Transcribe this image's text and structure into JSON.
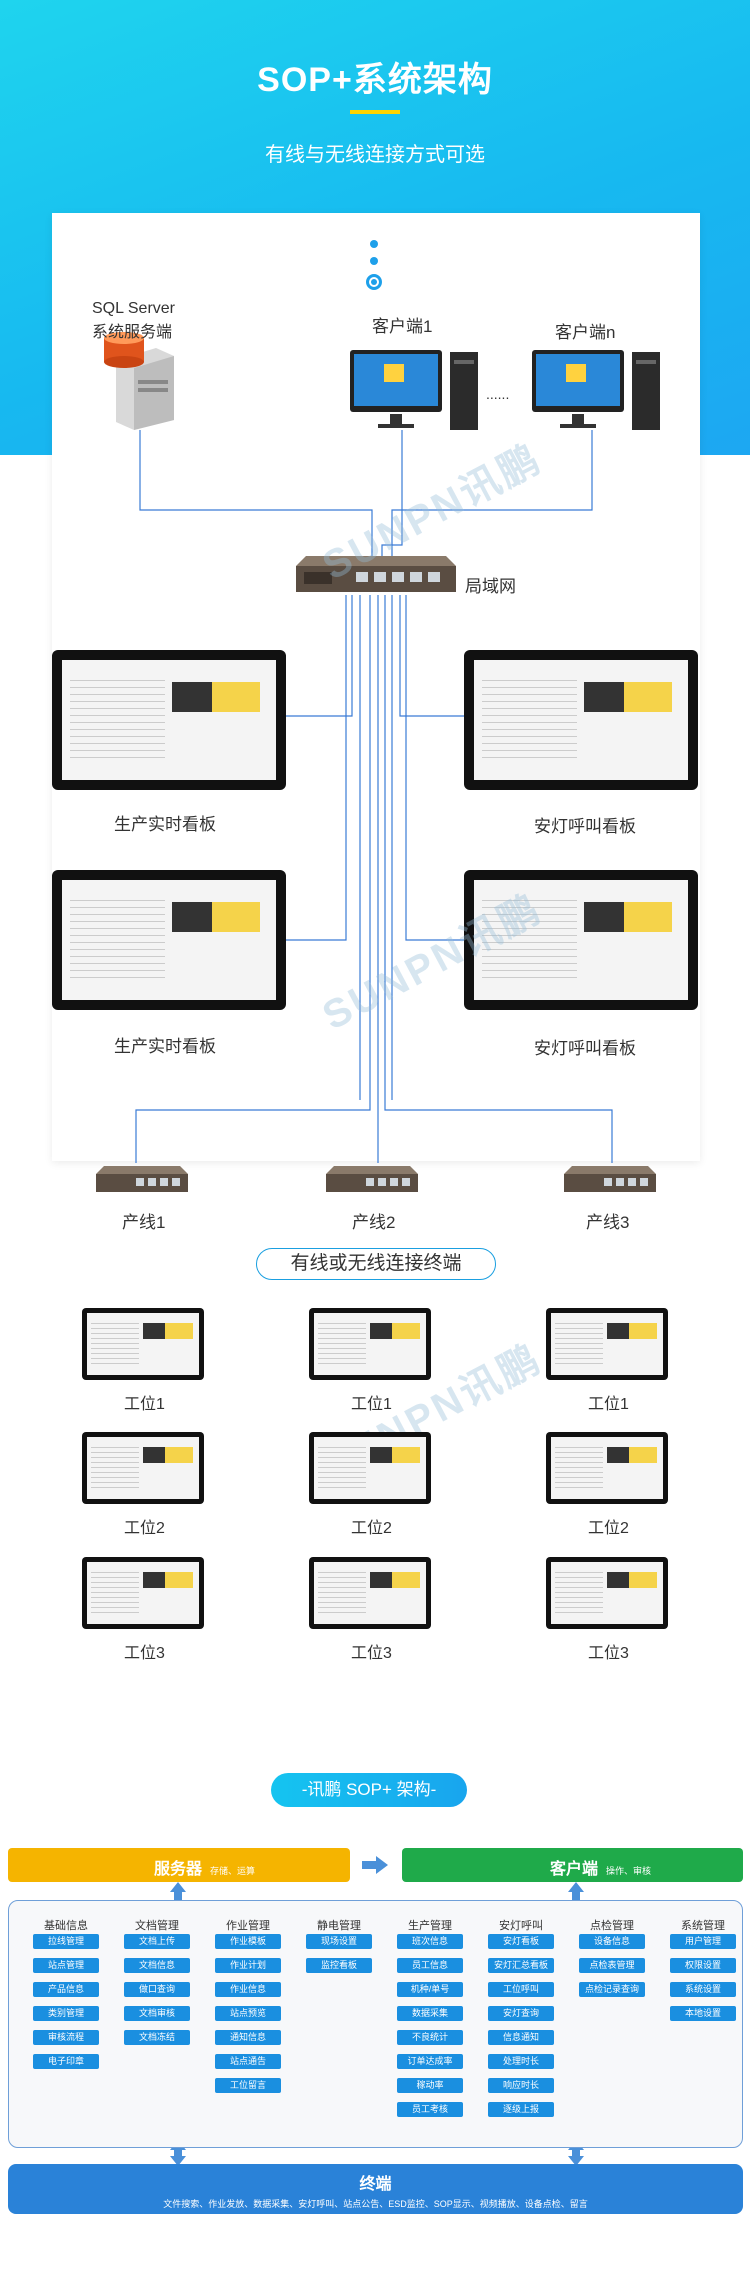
{
  "header": {
    "title": "SOP+系统架构",
    "subtitle": "有线与无线连接方式可选"
  },
  "network": {
    "server_label_1": "SQL Server",
    "server_label_2": "系统服务端",
    "client_1": "客户端1",
    "client_n": "客户端n",
    "ellipsis": "......",
    "switch_label": "局域网",
    "board_left": "生产实时看板",
    "board_right": "安灯呼叫看板",
    "lines": [
      "产线1",
      "产线2",
      "产线3"
    ],
    "terminal_box": "有线或无线连接终端",
    "stations": [
      "工位1",
      "工位2",
      "工位3"
    ],
    "watermark": "SUNPN讯鹏"
  },
  "arch": {
    "title": "-讯鹏 SOP+ 架构-",
    "server": {
      "label": "服务器",
      "sub": "存储、运算",
      "color": "#f5b400"
    },
    "client": {
      "label": "客户端",
      "sub": "操作、审核",
      "color": "#1faa4a"
    },
    "columns": [
      {
        "head": "基础信息",
        "items": [
          "拉线管理",
          "站点管理",
          "产品信息",
          "类别管理",
          "审核流程",
          "电子印章"
        ]
      },
      {
        "head": "文档管理",
        "items": [
          "文档上传",
          "文档信息",
          "做口查询",
          "文档审核",
          "文档冻结"
        ]
      },
      {
        "head": "作业管理",
        "items": [
          "作业模板",
          "作业计划",
          "作业信息",
          "站点预览",
          "通知信息",
          "站点通告",
          "工位留言"
        ]
      },
      {
        "head": "静电管理",
        "items": [
          "现场设置",
          "监控看板"
        ]
      },
      {
        "head": "生产管理",
        "items": [
          "班次信息",
          "员工信息",
          "机种/单号",
          "数据采集",
          "不良统计",
          "订单达成率",
          "稼动率",
          "员工考核"
        ]
      },
      {
        "head": "安灯呼叫",
        "items": [
          "安灯看板",
          "安灯汇总看板",
          "工位呼叫",
          "安灯查询",
          "信息通知",
          "处理时长",
          "响应时长",
          "逐级上报"
        ]
      },
      {
        "head": "点检管理",
        "items": [
          "设备信息",
          "点检表管理",
          "点检记录查询"
        ]
      },
      {
        "head": "系统管理",
        "items": [
          "用户管理",
          "权限设置",
          "系统设置",
          "本地设置"
        ]
      }
    ],
    "terminal": {
      "label": "终端",
      "sub": "文件搜索、作业发放、数据采集、安灯呼叫、站点公告、ESD监控、SOP显示、视频播放、设备点检、留言"
    }
  }
}
